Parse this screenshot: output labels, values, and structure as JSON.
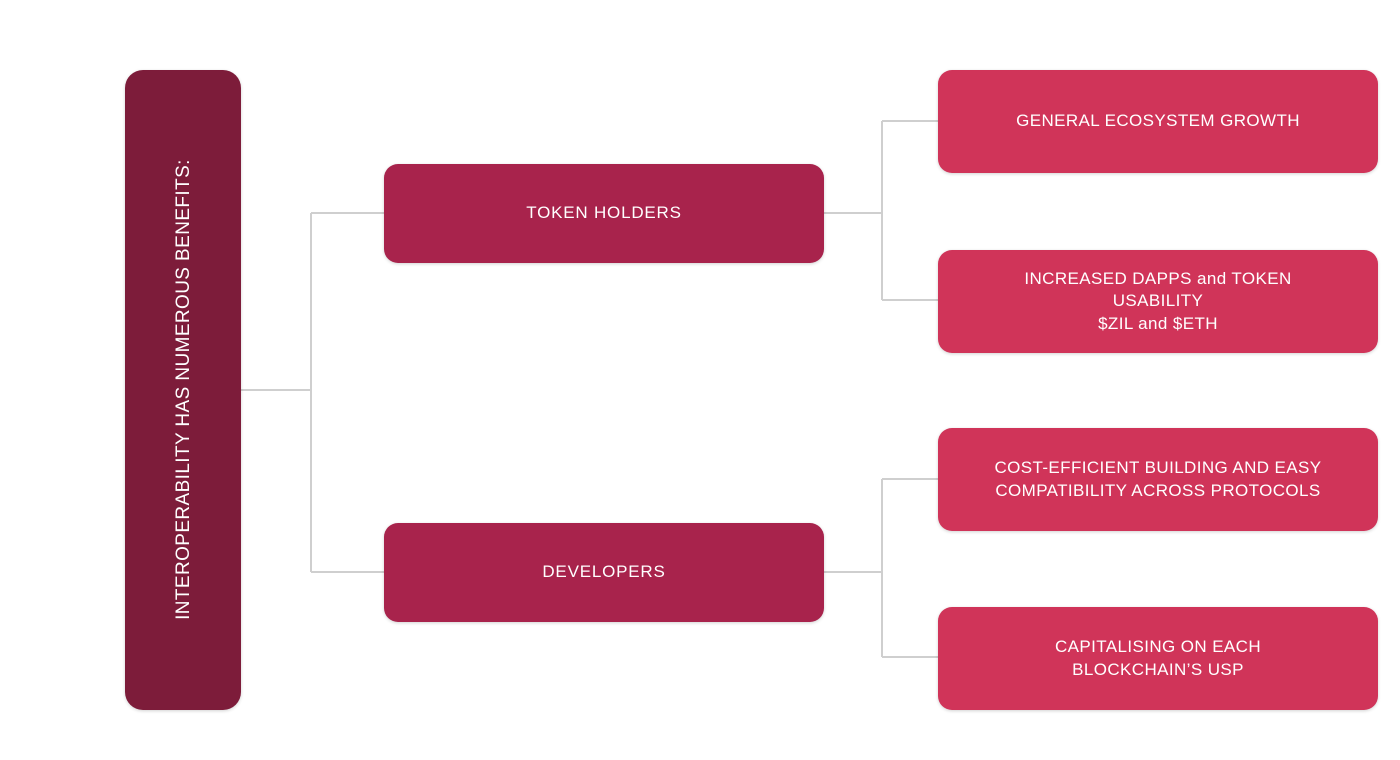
{
  "diagram": {
    "title": "Interoperability benefits tree",
    "colors": {
      "root_fill": "#7D1C3A",
      "mid_fill": "#A8234C",
      "leaf_fill": "#D03459",
      "connector": "#CFCFCF",
      "background": "#FFFFFF",
      "text": "#FFFFFF"
    },
    "root": {
      "label": "INTEROPERABILITY HAS NUMEROUS BENEFITS:"
    },
    "branches": [
      {
        "label": "TOKEN HOLDERS",
        "leaves": [
          {
            "lines": [
              "GENERAL ECOSYSTEM GROWTH"
            ]
          },
          {
            "lines": [
              "INCREASED DAPPS and TOKEN",
              "USABILITY",
              "$ZIL and $ETH"
            ]
          }
        ]
      },
      {
        "label": "DEVELOPERS",
        "leaves": [
          {
            "lines": [
              "COST-EFFICIENT BUILDING AND EASY",
              "COMPATIBILITY ACROSS PROTOCOLS"
            ]
          },
          {
            "lines": [
              "CAPITALISING ON EACH",
              "BLOCKCHAIN’S USP"
            ]
          }
        ]
      }
    ]
  }
}
